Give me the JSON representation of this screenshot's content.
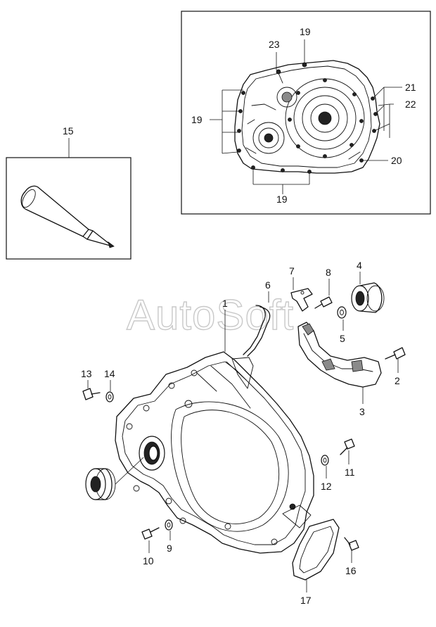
{
  "watermark": "AutoSoft",
  "part_numbers": {
    "p1": "1",
    "p2": "2",
    "p3": "3",
    "p4": "4",
    "p5": "5",
    "p6": "6",
    "p7": "7",
    "p8": "8",
    "p9": "9",
    "p10": "10",
    "p11": "11",
    "p12": "12",
    "p13": "13",
    "p14": "14",
    "p15": "15",
    "p16": "16",
    "p17": "17",
    "p19_top": "19",
    "p19_left": "19",
    "p19_bottom": "19",
    "p20": "20",
    "p21": "21",
    "p22": "22",
    "p23": "23"
  }
}
